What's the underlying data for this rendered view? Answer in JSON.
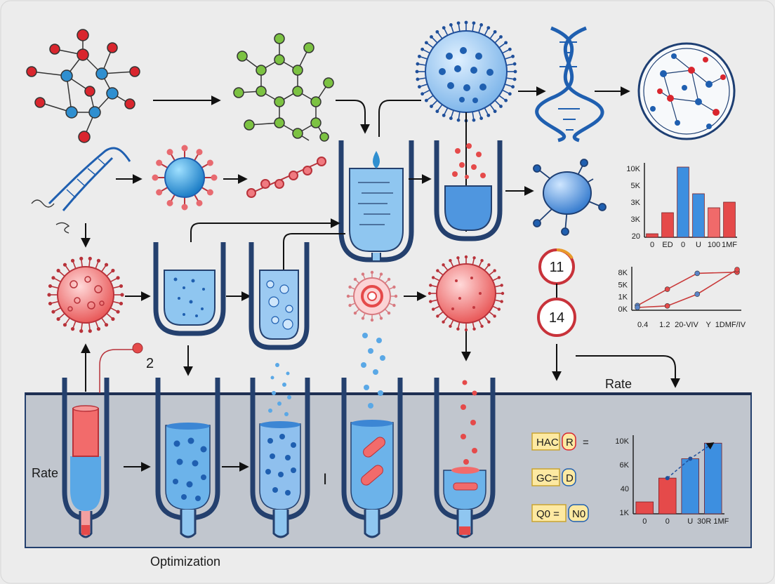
{
  "colors": {
    "background": "#ececec",
    "panel": "#c1c6ce",
    "tube_outline": "#24406e",
    "blue_fill": "#5aa8e6",
    "dark_blue": "#1f5fb0",
    "red": "#e54a4a",
    "green": "#7cc242",
    "box_yellow": "#fde9a2"
  },
  "labels": {
    "rate_top": "Rate",
    "rate_left": "Rate",
    "optimization": "Optimization",
    "marker_2": "2",
    "marker_i": "I"
  },
  "timer": {
    "top": "11",
    "bottom": "14"
  },
  "equations": [
    {
      "box": "HAC",
      "badge": "R",
      "suffix": "="
    },
    {
      "box": "GC=",
      "badge": "D",
      "suffix": ""
    },
    {
      "box": "Q0 =",
      "badge": "N0",
      "suffix": ""
    }
  ],
  "chart_data": [
    {
      "type": "bar",
      "y_ticks": [
        "10K",
        "5K",
        "3K",
        "3K",
        "20"
      ],
      "x_ticks": [
        "0",
        "ED",
        "0",
        "U",
        "100",
        "1MF"
      ],
      "values": [
        0.05,
        0.35,
        1.0,
        0.62,
        0.42,
        0.5
      ],
      "colors": [
        "#e54a4a",
        "#e54a4a",
        "#3d8fe0",
        "#3d8fe0",
        "#f06a6a",
        "#e54a4a"
      ]
    },
    {
      "type": "line",
      "y_ticks": [
        "8K",
        "5K",
        "1K",
        "0K"
      ],
      "x_ticks": [
        "0.4",
        "1.2",
        "20-VIV",
        "Y",
        "1DMF/IV"
      ],
      "series": [
        {
          "color": "#c93a3a",
          "points": [
            [
              0,
              0.05
            ],
            [
              0.3,
              0.48
            ],
            [
              0.6,
              0.9
            ],
            [
              1.0,
              0.93
            ]
          ]
        },
        {
          "color": "#c93a3a",
          "points": [
            [
              0,
              0.0
            ],
            [
              0.3,
              0.04
            ],
            [
              0.6,
              0.35
            ],
            [
              1.0,
              1.0
            ]
          ]
        }
      ]
    },
    {
      "type": "bar",
      "y_ticks": [
        "10K",
        "6K",
        "40",
        "1K"
      ],
      "x_ticks": [
        "0",
        "0",
        "U",
        "30R 1MF"
      ],
      "values": [
        0.16,
        0.48,
        0.74,
        0.95
      ],
      "colors": [
        "#e54a4a",
        "#e54a4a",
        "#3d8fe0",
        "#3d8fe0"
      ],
      "trend": true
    }
  ]
}
